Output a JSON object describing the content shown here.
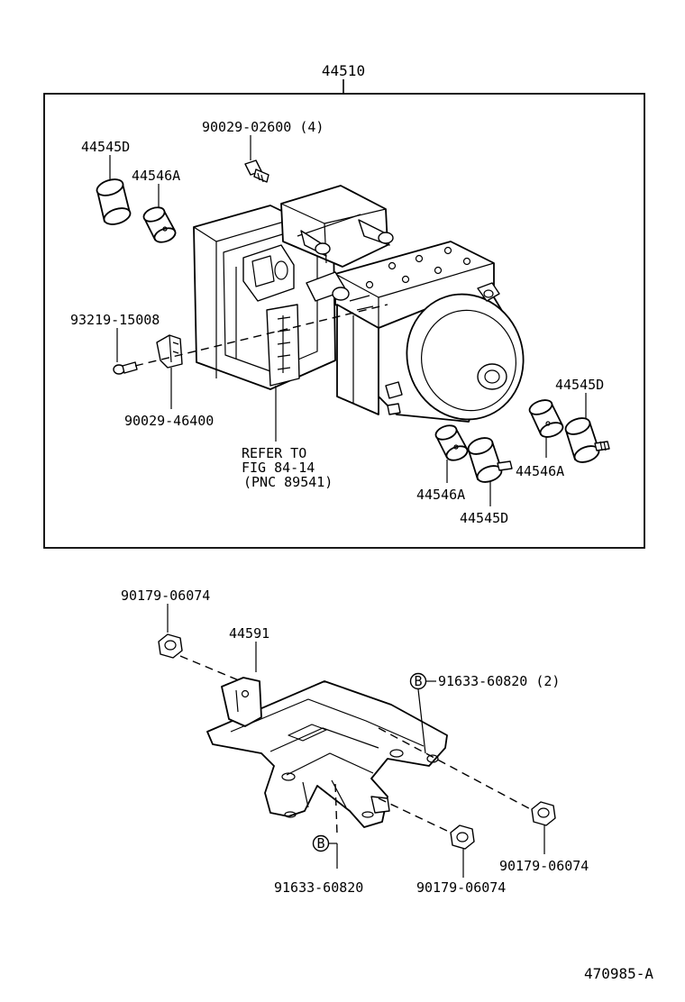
{
  "diagram": {
    "assembly_number": "44510",
    "refer_note": [
      "REFER TO",
      "FIG 84-14",
      "(PNC 89541)"
    ],
    "labels": {
      "bolt_top": "90029-02600 (4)",
      "cap_left": "44545D",
      "cushion_left": "44546A",
      "screw": "93219-15008",
      "clip": "90029-46400",
      "cushion_right": "44546A",
      "cap_right": "44545D",
      "cushion_bottom": "44546A",
      "cap_bottom": "44545D",
      "nut_top_left": "90179-06074",
      "bracket": "44591",
      "bolt_b_right": "91633-60820 (2)",
      "bolt_b_bottom": "91633-60820",
      "nut_bottom_mid": "90179-06074",
      "nut_bottom_right": "90179-06074"
    },
    "b_marker": "B",
    "figure_code": "470985-A"
  }
}
